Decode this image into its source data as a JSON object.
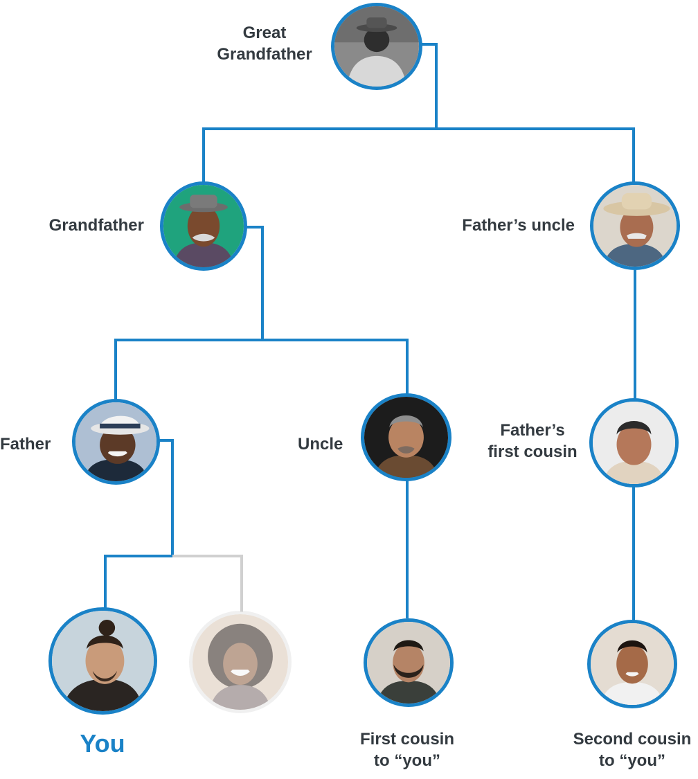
{
  "colors": {
    "accent": "#1a82c7",
    "connector_faded": "#d0d0d0",
    "label_text": "#333a40"
  },
  "labels": {
    "great_grandfather": [
      "Great",
      "Grandfather"
    ],
    "grandfather": "Grandfather",
    "fathers_uncle": "Father’s uncle",
    "father": "Father",
    "uncle": "Uncle",
    "fathers_first_cousin": [
      "Father’s",
      "first cousin"
    ],
    "you": "You",
    "first_cousin": [
      "First cousin",
      "to “you”"
    ],
    "second_cousin": [
      "Second cousin",
      "to “you”"
    ]
  }
}
